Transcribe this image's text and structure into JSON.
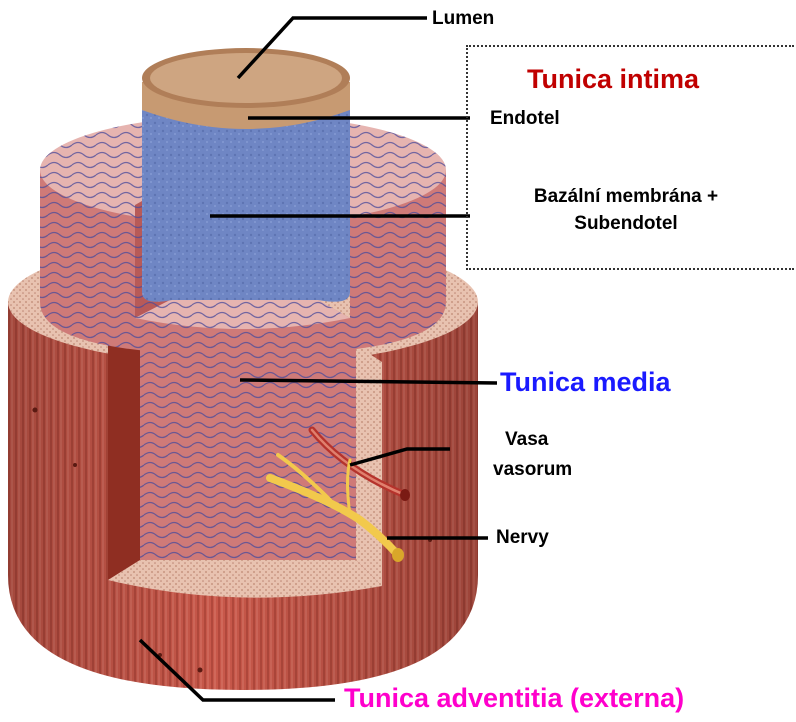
{
  "labels": {
    "lumen": "Lumen",
    "tunica_intima": "Tunica intima",
    "endotel": "Endotel",
    "bazalni_line1": "Bazální membrána +",
    "bazalni_line2": "Subendotel",
    "tunica_media": "Tunica media",
    "vasa_line1": "Vasa",
    "vasa_line2": "vasorum",
    "nervy": "Nervy",
    "tunica_adventitia": "Tunica adventitia (externa)"
  },
  "colors": {
    "intima_title": "#c00000",
    "media_title": "#1a1aff",
    "adventitia_title": "#ff00cc",
    "adventitia_tissue": "#c8584a",
    "media_tissue": "#cf7a78",
    "endothelium": "#6f86c4",
    "lumen_rim": "#c79a72",
    "nerve": "#f2c94c",
    "vessel": "#b5332c"
  }
}
